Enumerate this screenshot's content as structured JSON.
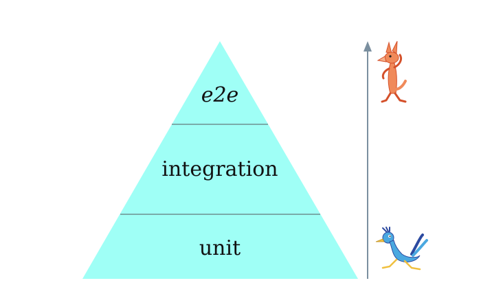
{
  "pyramid": {
    "fill": "#9ffff6",
    "divider_color": "#6f8f8f",
    "tiers": [
      {
        "id": "top",
        "label": "e2e",
        "italic": true
      },
      {
        "id": "middle",
        "label": "integration",
        "italic": false
      },
      {
        "id": "bottom",
        "label": "unit",
        "italic": false
      }
    ]
  },
  "arrow": {
    "color": "#7a8f9f",
    "direction": "up"
  },
  "illustrations": {
    "top": {
      "icon": "coyote-icon",
      "primary": "#f08a5a",
      "accent": "#d4502a"
    },
    "bottom": {
      "icon": "roadrunner-icon",
      "primary": "#4aa8e0",
      "accent": "#2c4aa0",
      "beak": "#f0c040"
    }
  }
}
